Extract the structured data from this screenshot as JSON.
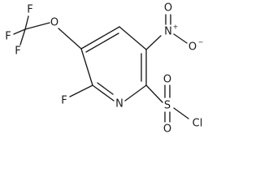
{
  "atoms": {
    "f_top": "F",
    "f_left": "F",
    "f_lower": "F",
    "o_ether": "O",
    "n_nitro": "N",
    "n_nitro_charge": "+",
    "o_nitro_top": "O",
    "o_nitro_right": "O",
    "o_nitro_charge": "−",
    "f_ring": "F",
    "n_ring": "N",
    "s_sulfonyl": "S",
    "o_sulfonyl_top": "O",
    "o_sulfonyl_bottom": "O",
    "cl": "Cl"
  },
  "colors": {
    "ink": "#1a1a1a",
    "background": "#ffffff"
  }
}
